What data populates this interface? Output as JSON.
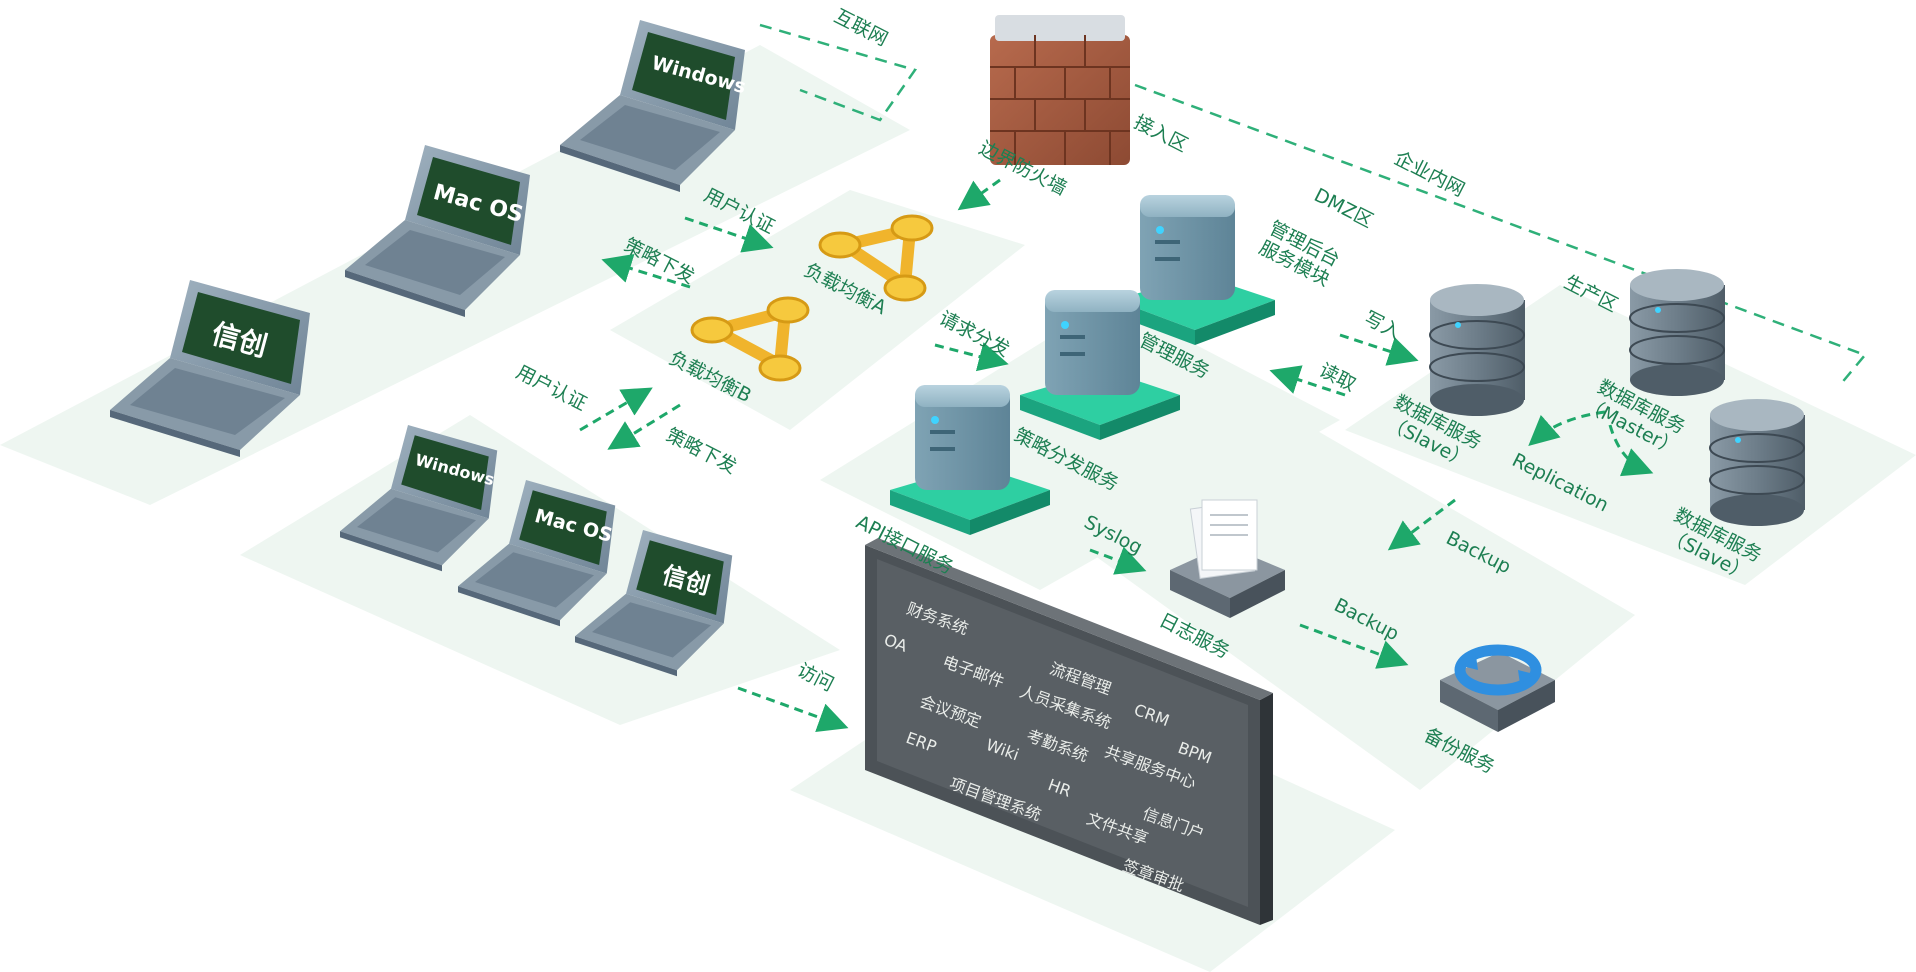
{
  "zones": {
    "internet": "互联网",
    "access": "接入区",
    "intranet": "企业内网",
    "dmz": "DMZ区",
    "production": "生产区"
  },
  "firewall": {
    "label": "边界防火墙"
  },
  "load_balancers": [
    {
      "label": "负载均衡A"
    },
    {
      "label": "负载均衡B"
    }
  ],
  "clients": {
    "remote": [
      {
        "os": "Windows"
      },
      {
        "os": "Mac OS"
      },
      {
        "os": "信创"
      }
    ],
    "local": [
      {
        "os": "Windows"
      },
      {
        "os": "Mac OS"
      },
      {
        "os": "信创"
      }
    ]
  },
  "services": {
    "mgmt_backend": "管理后台\n服务模块",
    "mgmt": "管理服务",
    "policy": "策略分发服务",
    "api": "API接口服务",
    "log": "日志服务",
    "backup": "备份服务"
  },
  "databases": [
    {
      "label": "数据库服务\n（Slave）"
    },
    {
      "label": "数据库服务\n（Master）"
    },
    {
      "label": "数据库服务\n（Slave）"
    }
  ],
  "flows": {
    "user_auth_1": "用户认证",
    "policy_down_1": "策略下发",
    "user_auth_2": "用户认证",
    "policy_down_2": "策略下发",
    "request_dispatch": "请求分发",
    "write": "写入",
    "read": "读取",
    "replication": "Replication",
    "backup_db": "Backup",
    "backup_log": "Backup",
    "syslog": "Syslog",
    "access": "访问"
  },
  "apps": {
    "finance": "财务系统",
    "oa": "OA",
    "email": "电子邮件",
    "flow": "流程管理",
    "hr_collect": "人员采集系统",
    "crm": "CRM",
    "meeting": "会议预定",
    "erp": "ERP",
    "wiki": "Wiki",
    "attendance": "考勤系统",
    "shared": "共享服务中心",
    "bpm": "BPM",
    "hr": "HR",
    "project": "项目管理系统",
    "portal": "信息门户",
    "files": "文件共享",
    "sign": "签章审批"
  }
}
